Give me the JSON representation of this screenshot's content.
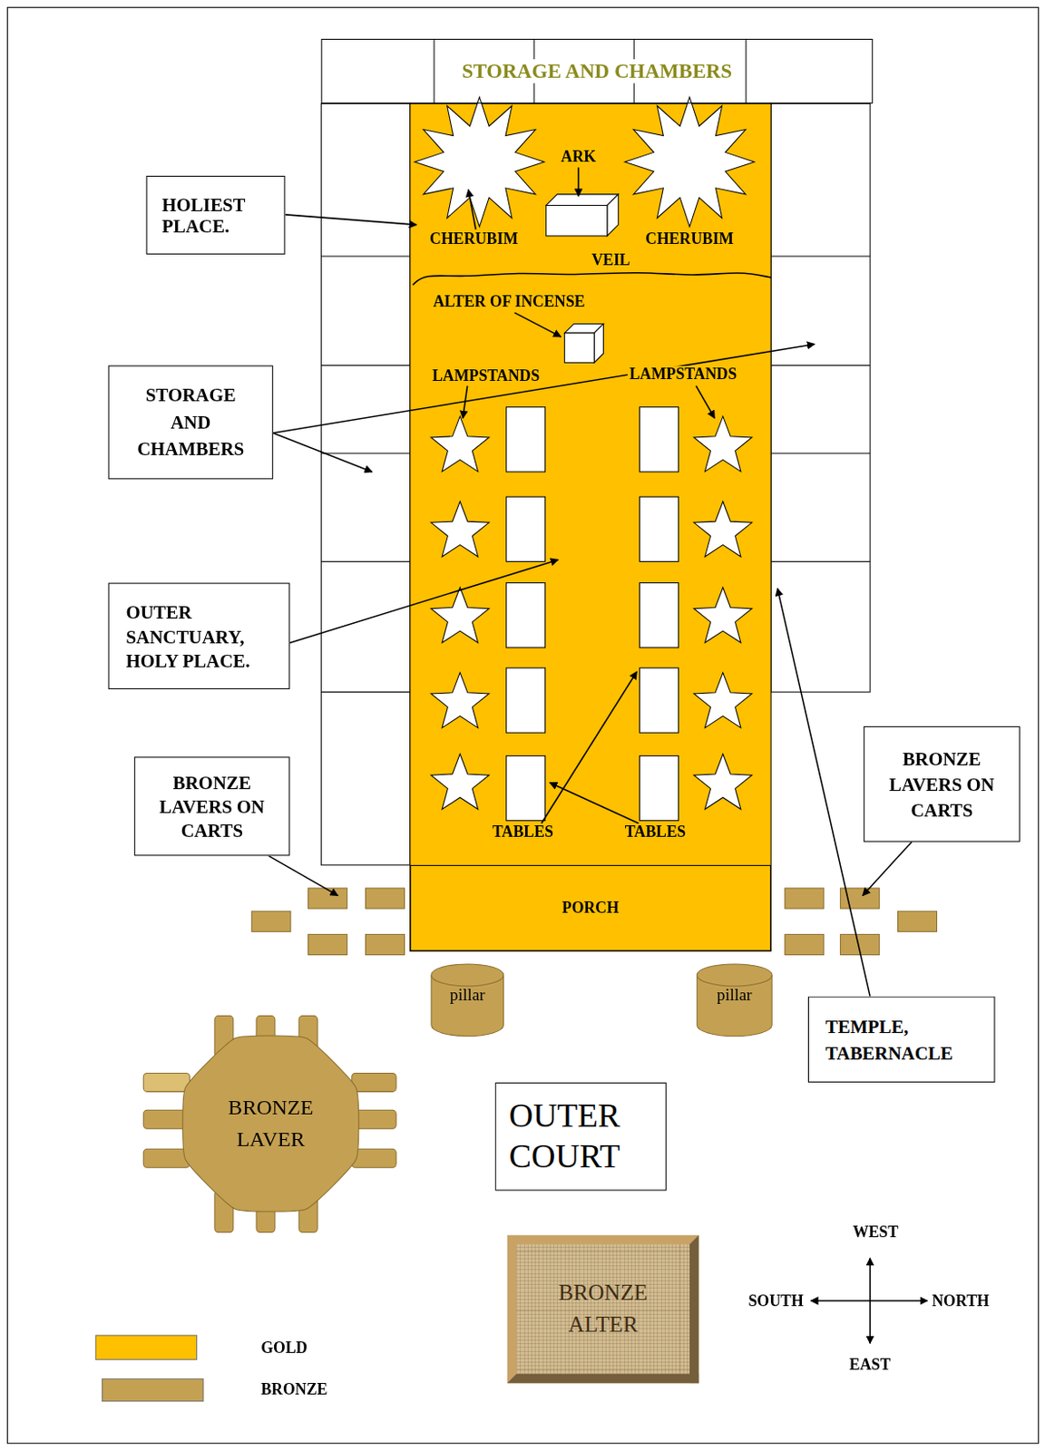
{
  "diagram": {
    "nodes": [
      {
        "text": [
          "STORAGE AND CHAMBERS"
        ]
      },
      {
        "text": [
          "HOLIEST PLACE."
        ]
      },
      {
        "text": [
          "STORAGE AND CHAMBERS"
        ]
      },
      {
        "text": [
          "OUTER SANCTUARY, HOLY PLACE."
        ]
      },
      {
        "text": [
          "BRONZE LAVERS ON CARTS"
        ]
      },
      {
        "text": [
          "BRONZE LAVERS ON CARTS"
        ]
      },
      {
        "text": [
          "PORCH"
        ]
      },
      {
        "text": [
          "pillar"
        ]
      },
      {
        "text": [
          "pillar"
        ]
      },
      {
        "text": [
          "TEMPLE, TABERNACLE"
        ]
      },
      {
        "text": [
          "BRONZE LAVER"
        ]
      },
      {
        "text": [
          "OUTER COURT"
        ]
      },
      {
        "text": [
          "BRONZE ALTER"
        ]
      }
    ],
    "labels": [
      "ARK",
      "CHERUBIM",
      "CHERUBIM",
      "VEIL",
      "ALTER OF INCENSE",
      "LAMPSTANDS",
      "LAMPSTANDS",
      "TABLES",
      "TABLES",
      "WEST",
      "SOUTH",
      "NORTH",
      "EAST"
    ],
    "legend": [
      {
        "text": "GOLD",
        "color": "#FFC000"
      },
      {
        "text": "BRONZE",
        "color": "#C4A152"
      }
    ]
  }
}
